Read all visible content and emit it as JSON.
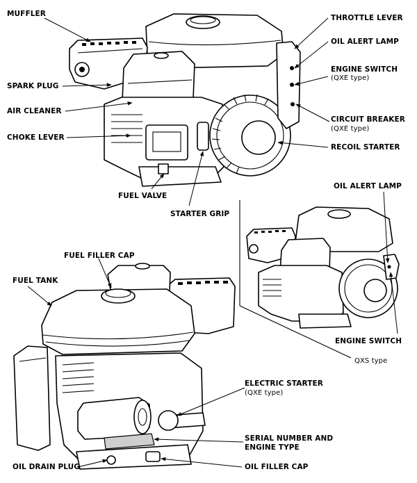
{
  "labels": {
    "muffler": "MUFFLER",
    "spark_plug": "SPARK PLUG",
    "air_cleaner": "AIR CLEANER",
    "choke_lever": "CHOKE LEVER",
    "fuel_valve": "FUEL VALVE",
    "starter_grip": "STARTER GRIP",
    "throttle_lever": "THROTTLE LEVER",
    "oil_alert_lamp_top": "OIL ALERT LAMP",
    "engine_switch_top": "ENGINE SWITCH",
    "engine_switch_top_sub": "(QXE type)",
    "circuit_breaker": "CIRCUIT BREAKER",
    "circuit_breaker_sub": "(QXE type)",
    "recoil_starter": "RECOIL STARTER",
    "oil_alert_lamp_qxs": "OIL ALERT LAMP",
    "engine_switch_qxs": "ENGINE SWITCH",
    "qxs_type": "QXS type",
    "fuel_filler_cap": "FUEL FILLER CAP",
    "fuel_tank": "FUEL TANK",
    "electric_starter": "ELECTRIC STARTER",
    "electric_starter_sub": "(QXE type)",
    "serial_number_1": "SERIAL NUMBER AND",
    "serial_number_2": "ENGINE TYPE",
    "oil_drain_plug": "OIL DRAIN PLUG",
    "oil_filler_cap": "OIL FILLER CAP"
  }
}
